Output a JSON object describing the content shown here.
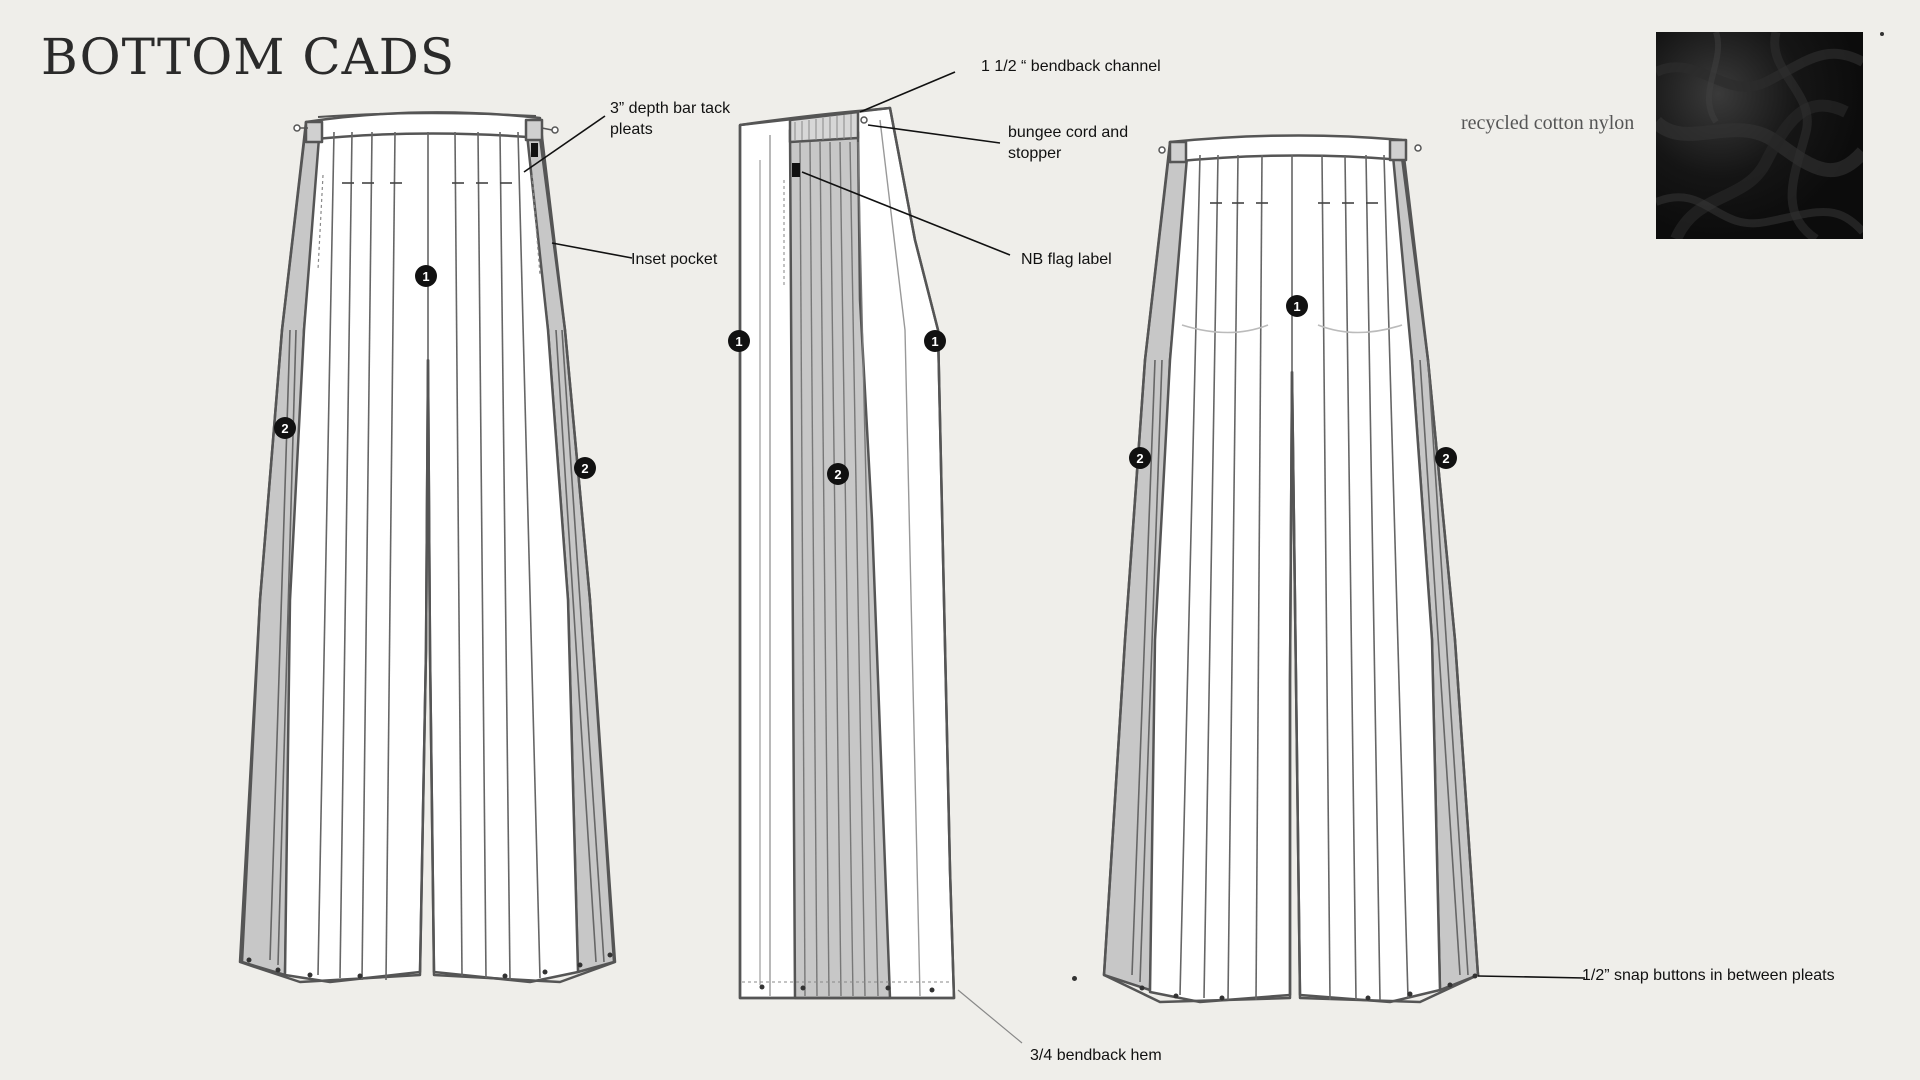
{
  "title": "BOTTOM CADS",
  "fabric": {
    "label": "recycled cotton nylon"
  },
  "callouts": {
    "pleats_line1": "3” depth bar tack",
    "pleats_line2": "pleats",
    "inset_pocket": "Inset pocket",
    "bendback_channel": "1 1/2 “ bendback channel",
    "bungee_line1": "bungee cord and",
    "bungee_line2": "stopper",
    "nb_flag": "NB flag label",
    "bendback_hem": "3/4 bendback hem",
    "snap_buttons": "1/2” snap buttons in between pleats"
  },
  "markers": {
    "one": "1",
    "two": "2"
  },
  "colors": {
    "background": "#efeeea",
    "garment_fill": "#ffffff",
    "panel_fill": "#c7c7c7",
    "outline": "#555555",
    "marker": "#111111"
  }
}
